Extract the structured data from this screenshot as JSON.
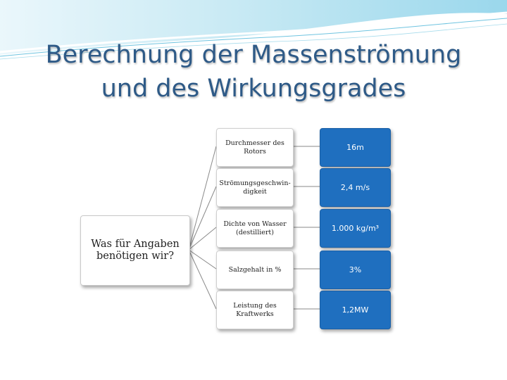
{
  "title": {
    "line1": "Berechnung der Massenströmung",
    "line2": "und des Wirkungsgrades"
  },
  "root": {
    "label": "Was für Angaben benötigen wir?"
  },
  "rows": [
    {
      "label": "Durchmesser des Rotors",
      "value": "16m"
    },
    {
      "label": "Strömungsgeschwin-digkeit",
      "value": "2,4 m/s"
    },
    {
      "label": "Dichte von Wasser (destilliert)",
      "value": "1.000 kg/m³"
    },
    {
      "label": "Salzgehalt in %",
      "value": "3%"
    },
    {
      "label": "Leistung des Kraftwerks",
      "value": "1,2MW"
    }
  ],
  "colors": {
    "title": "#2e5a87",
    "value_box": "#1f6fbf",
    "header_band": "#bfe6f2"
  }
}
